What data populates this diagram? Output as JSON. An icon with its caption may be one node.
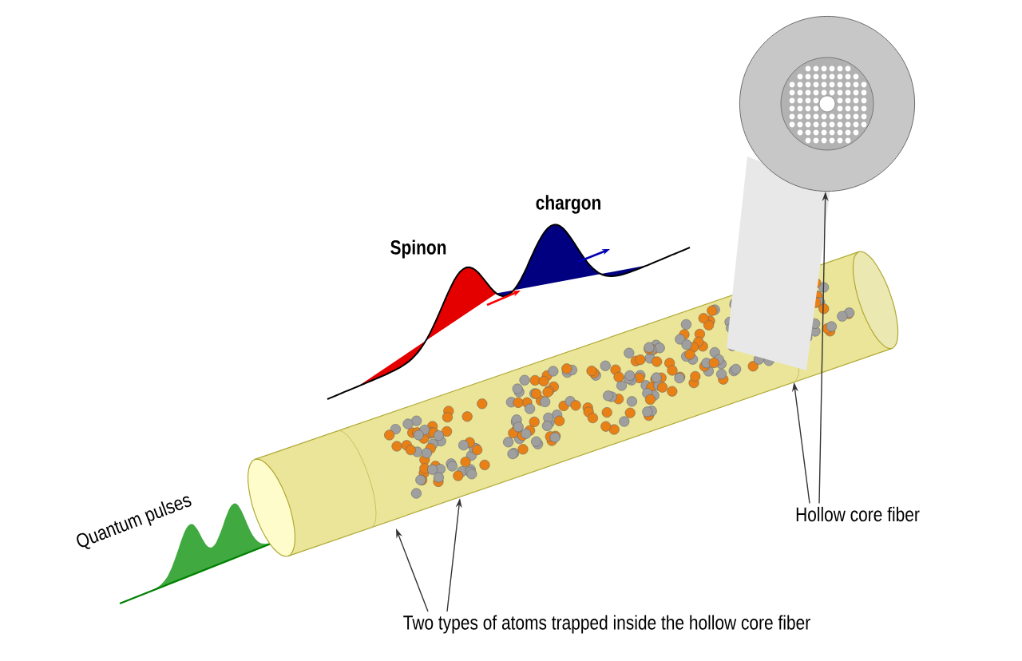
{
  "diagram": {
    "nodes": [
      {
        "text": [
          "Two types of atoms trapped inside the hollow core fiber"
        ]
      },
      {
        "text": [
          "Hollow core fiber"
        ]
      },
      {
        "text": [],
        "shape": "cylinder"
      },
      {
        "text": [],
        "shape": "circle"
      }
    ],
    "edges": [
      {
        "from": 0,
        "to": 2,
        "arrow": "to"
      },
      {
        "from": 0,
        "to": 2,
        "arrow": "to"
      },
      {
        "from": 1,
        "to": 2,
        "arrow": "to"
      },
      {
        "from": 1,
        "to": 3,
        "arrow": "to"
      }
    ],
    "labels": [
      "Spinon",
      "chargon",
      "Quantum pulses"
    ]
  }
}
